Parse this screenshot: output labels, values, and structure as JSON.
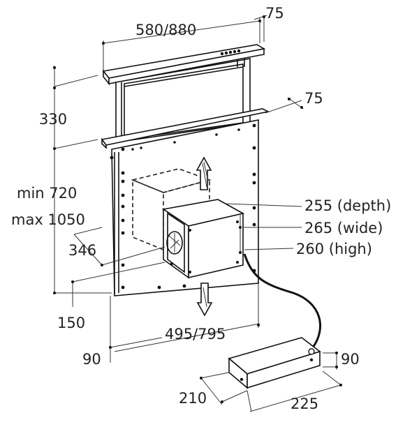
{
  "diagram": {
    "labels": {
      "width_top": "580/880",
      "depth_top": "75",
      "depth_glass": "75",
      "height_rise": "330",
      "min_height": "min 720",
      "max_height": "max 1050",
      "side_346": "346",
      "bottom_150": "150",
      "width_bottom": "495/795",
      "base_90": "90",
      "motor_depth": "255 (depth)",
      "motor_wide": "265 (wide)",
      "motor_high": "260 (high)",
      "box_height": "90",
      "box_210": "210",
      "box_225": "225"
    }
  }
}
